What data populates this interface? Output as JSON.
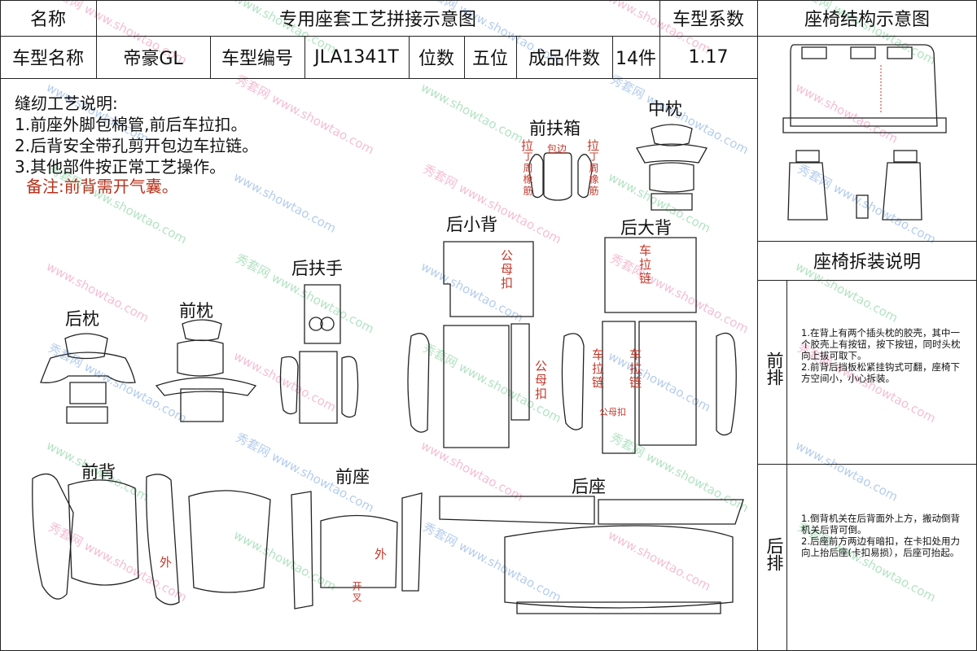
{
  "header": {
    "name_label": "名称",
    "title": "专用座套工艺拼接示意图",
    "coef_label": "车型系数",
    "struct_title": "座椅结构示意图"
  },
  "info_row": {
    "model_name_label": "车型名称",
    "model_name": "帝豪GL",
    "model_code_label": "车型编号",
    "model_code": "JLA1341T",
    "seats_label": "位数",
    "seats": "五位",
    "pieces_label": "成品件数",
    "pieces": "14件",
    "coef": "1.17"
  },
  "sewing": {
    "heading": "缝纫工艺说明:",
    "steps": [
      "1.前座外脚包棉管,前后车拉扣。",
      "2.后背安全带孔剪开包边车拉链。",
      "3.其他部件按正常工艺操作。"
    ],
    "note": "备注:前背需开气囊。"
  },
  "parts": {
    "front_armrest_box": "前扶箱",
    "center_headrest": "中枕",
    "rear_small_back": "后小背",
    "rear_large_back": "后大背",
    "rear_armrest": "后扶手",
    "rear_headrest": "后枕",
    "front_headrest": "前枕",
    "front_back": "前背",
    "front_seat": "前座",
    "rear_seat": "后座"
  },
  "marks": {
    "pull_a": "拉",
    "pull_b": "拉",
    "cover_edge": "包边",
    "rib_a": "丁周橡筋",
    "rib_b": "丁周橡筋",
    "snap_small_back": "公母扣",
    "zipper_large_back": "车拉链",
    "snap_left_panel": "公母扣",
    "zipper_mid_a": "车拉链",
    "zipper_mid_b": "车拉链",
    "snap_mid": "公母扣",
    "outer_front_back": "外",
    "outer_front_seat": "外",
    "open_front_seat": "开叉"
  },
  "disassembly": {
    "title": "座椅拆装说明",
    "front_label": "前排",
    "front_text": "1.在背上有两个插头枕的胶壳，其中一个胶壳上有按钮，按下按钮，同时头枕向上拔可取下。\n2.前背后挡板松紧挂钩式可翻，座椅下方空间小，小心拆装。",
    "rear_label": "后排",
    "rear_text": "1.倒背机关在后背面外上方，搬动倒背机关后背可倒。\n2.后座前方两边有暗扣，在卡扣处用力向上抬后座(卡扣易损），后座可抬起。"
  },
  "watermark": {
    "brand": "秀套网",
    "site": "www.showtao.com"
  },
  "colors": {
    "line": "#222222",
    "note_red": "#c0392b",
    "watermark_pink": "#e86fa0",
    "watermark_green": "#56c07a",
    "watermark_blue": "#5a8fd8"
  }
}
